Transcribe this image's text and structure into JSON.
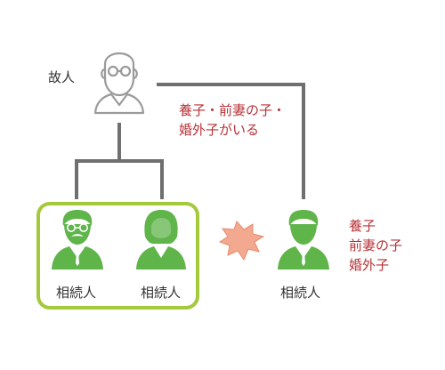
{
  "colors": {
    "heir_green": "#5fb44a",
    "group_border": "#a4c93a",
    "line_gray": "#6f6f6f",
    "deceased_gray": "#9a9a9a",
    "accent_red": "#b83237",
    "burst_fill": "#f3a98f"
  },
  "deceased": {
    "label": "故人",
    "icon": "elderly-person-with-glasses-icon"
  },
  "annotation_top": {
    "line1": "養子・前妻の子・",
    "line2": "婚外子がいる"
  },
  "heirs": [
    {
      "label": "相続人",
      "icon": "man-with-glasses-and-mustache-icon"
    },
    {
      "label": "相続人",
      "icon": "woman-icon"
    },
    {
      "label": "相続人",
      "icon": "man-icon"
    }
  ],
  "annotation_side": {
    "line1": "養子",
    "line2": "前妻の子",
    "line3": "婚外子"
  },
  "conflict": {
    "icon": "conflict-burst-icon"
  }
}
